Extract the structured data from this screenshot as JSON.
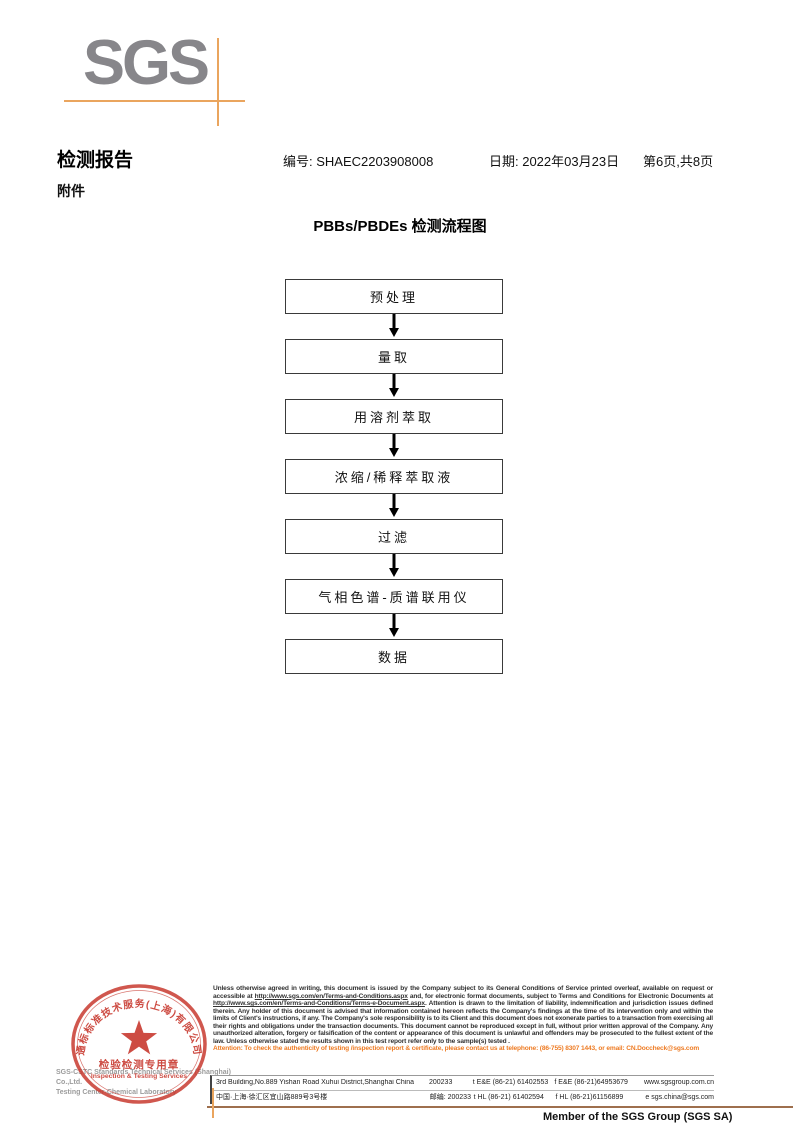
{
  "logo": {
    "text": "SGS"
  },
  "header": {
    "report_title": "检测报告",
    "no": "编号: SHAEC2203908008",
    "date": "日期: 2022年03月23日",
    "pages": "第6页,共8页",
    "attachment": "附件"
  },
  "flowchart": {
    "title": "PBBs/PBDEs 检测流程图",
    "steps": [
      "预处理",
      "量取",
      "用溶剂萃取",
      "浓缩/稀释萃取液",
      "过滤",
      "气相色谱-质谱联用仪",
      "数据"
    ]
  },
  "stamp": {
    "company_cn": "通标标准技术服务(上海)有限公司",
    "purpose_cn": "检验检测专用章",
    "purpose_en": "Inspection & Testing Services",
    "company_line1": "SGS-CSTC Standards Technical Services (Shanghai) Co.,Ltd.",
    "company_line2": "Testing Center-Chemical Laboratory",
    "color": "#c8392f"
  },
  "disclaimer": {
    "p1": "Unless otherwise agreed in writing, this document is issued by the Company subject to its General Conditions of Service printed overleaf, available on request or accessible at ",
    "url1": "http://www.sgs.com/en/Terms-and-Conditions.aspx",
    "p2": " and, for electronic format documents, subject to Terms and Conditions for Electronic Documents at ",
    "url2": "http://www.sgs.com/en/Terms-and-Conditions/Terms-e-Document.aspx",
    "p3": ". Attention is drawn to the limitation of liability, indemnification and jurisdiction issues defined therein. Any holder of this document is advised that information contained hereon reflects the Company's findings at the time of its intervention only and within the limits of Client's instructions, if any. The Company's sole responsibility is to its Client and this document does not exonerate parties to a transaction from exercising all their rights and obligations under the transaction documents. This document cannot be reproduced except in full, without prior written approval of the Company. Any unauthorized alteration, forgery or falsification of the content or appearance of this document is unlawful and offenders may be prosecuted to the fullest extent of the law. Unless otherwise stated the results shown in this test report refer only to the sample(s) tested .",
    "attention": "Attention: To check the authenticity of testing /inspection report & certificate, please contact us at telephone: (86-755) 8307 1443, or email: CN.Doccheck@sgs.com"
  },
  "address": {
    "addr_en": "3rd Building,No.889 Yishan Road Xuhui District,Shanghai China",
    "post_en": "200233",
    "tel1": "t E&E (86-21) 61402553",
    "fax1": "f E&E (86-21)64953679",
    "web": "www.sgsgroup.com.cn",
    "addr_cn": "中国·上海·徐汇区宜山路889号3号楼",
    "post_cn": "邮编: 200233",
    "tel2": "t HL (86-21) 61402594",
    "fax2": "f HL (86-21)61156899",
    "email": "e sgs.china@sgs.com"
  },
  "footer": {
    "member": "Member of the SGS Group (SGS SA)"
  },
  "colors": {
    "logo_gray": "#87868a",
    "crosshair_orange": "#eaa55e",
    "stamp_red": "#c8392f",
    "attention_orange": "#ee7b23",
    "footer_rule_brown": "#9e6f4d"
  }
}
